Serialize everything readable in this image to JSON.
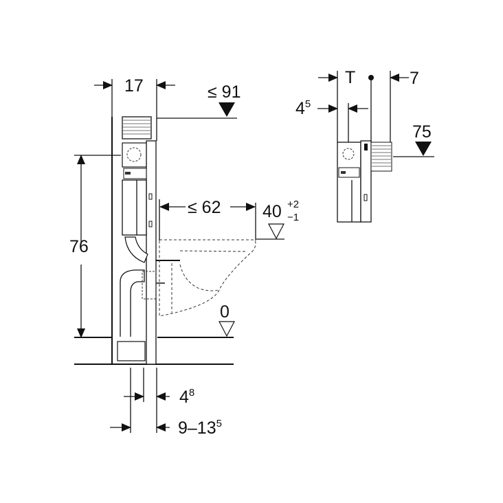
{
  "drawing": {
    "front_view": {
      "frame_depth": "17",
      "max_top_height": "≤ 91",
      "actuation_height": "76",
      "max_projection": "≤ 62",
      "seat_height": {
        "value": "40",
        "tol_upper": "+2",
        "tol_lower": "−1"
      },
      "floor_level": "0",
      "offset_small": {
        "value": "4",
        "sup": "8"
      },
      "offset_range": {
        "value": "9–13",
        "sup": "5"
      }
    },
    "side_view": {
      "thickness": "T",
      "offset_right": "7",
      "offset_left": {
        "value": "4",
        "sup": "5"
      },
      "height": "75"
    }
  }
}
